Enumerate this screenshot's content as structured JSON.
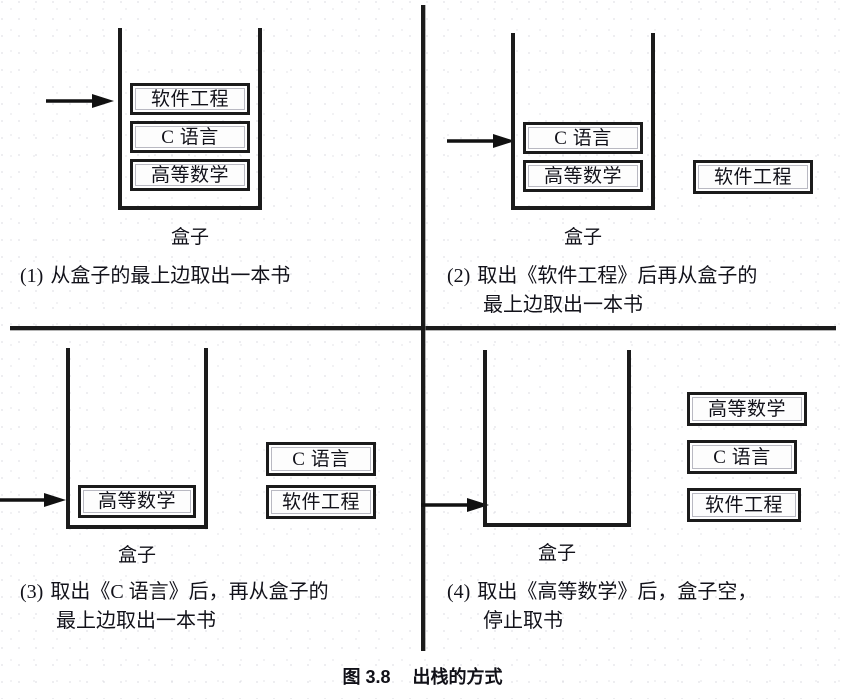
{
  "figure": {
    "caption_number": "图 3.8",
    "caption_title": "出栈的方式",
    "box_label": "盒子"
  },
  "books": {
    "software_engineering": "软件工程",
    "c_language": "C 语言",
    "advanced_math": "高等数学"
  },
  "panels": [
    {
      "id": "panel-1",
      "number": "(1)",
      "caption_line1": "从盒子的最上边取出一本书",
      "caption_line2": "",
      "box_label": "盒子",
      "in_box": [
        "软件工程",
        "C 语言",
        "高等数学"
      ],
      "removed": [],
      "arrow": "right-arrow"
    },
    {
      "id": "panel-2",
      "number": "(2)",
      "caption_line1": "取出《软件工程》后再从盒子的",
      "caption_line2": "最上边取出一本书",
      "box_label": "盒子",
      "in_box": [
        "C 语言",
        "高等数学"
      ],
      "removed": [
        "软件工程"
      ],
      "arrow": "right-arrow"
    },
    {
      "id": "panel-3",
      "number": "(3)",
      "caption_line1": "取出《C 语言》后，再从盒子的",
      "caption_line2": "最上边取出一本书",
      "box_label": "盒子",
      "in_box": [
        "高等数学"
      ],
      "removed": [
        "C 语言",
        "软件工程"
      ],
      "arrow": "right-arrow"
    },
    {
      "id": "panel-4",
      "number": "(4)",
      "caption_line1": "取出《高等数学》后，盒子空，",
      "caption_line2": "停止取书",
      "box_label": "盒子",
      "in_box": [],
      "removed": [
        "高等数学",
        "C 语言",
        "软件工程"
      ],
      "arrow": "right-arrow"
    }
  ],
  "colors": {
    "ink": "#1b1b1b",
    "paper": "#ffffff",
    "bevel": "#b9b9c2"
  }
}
